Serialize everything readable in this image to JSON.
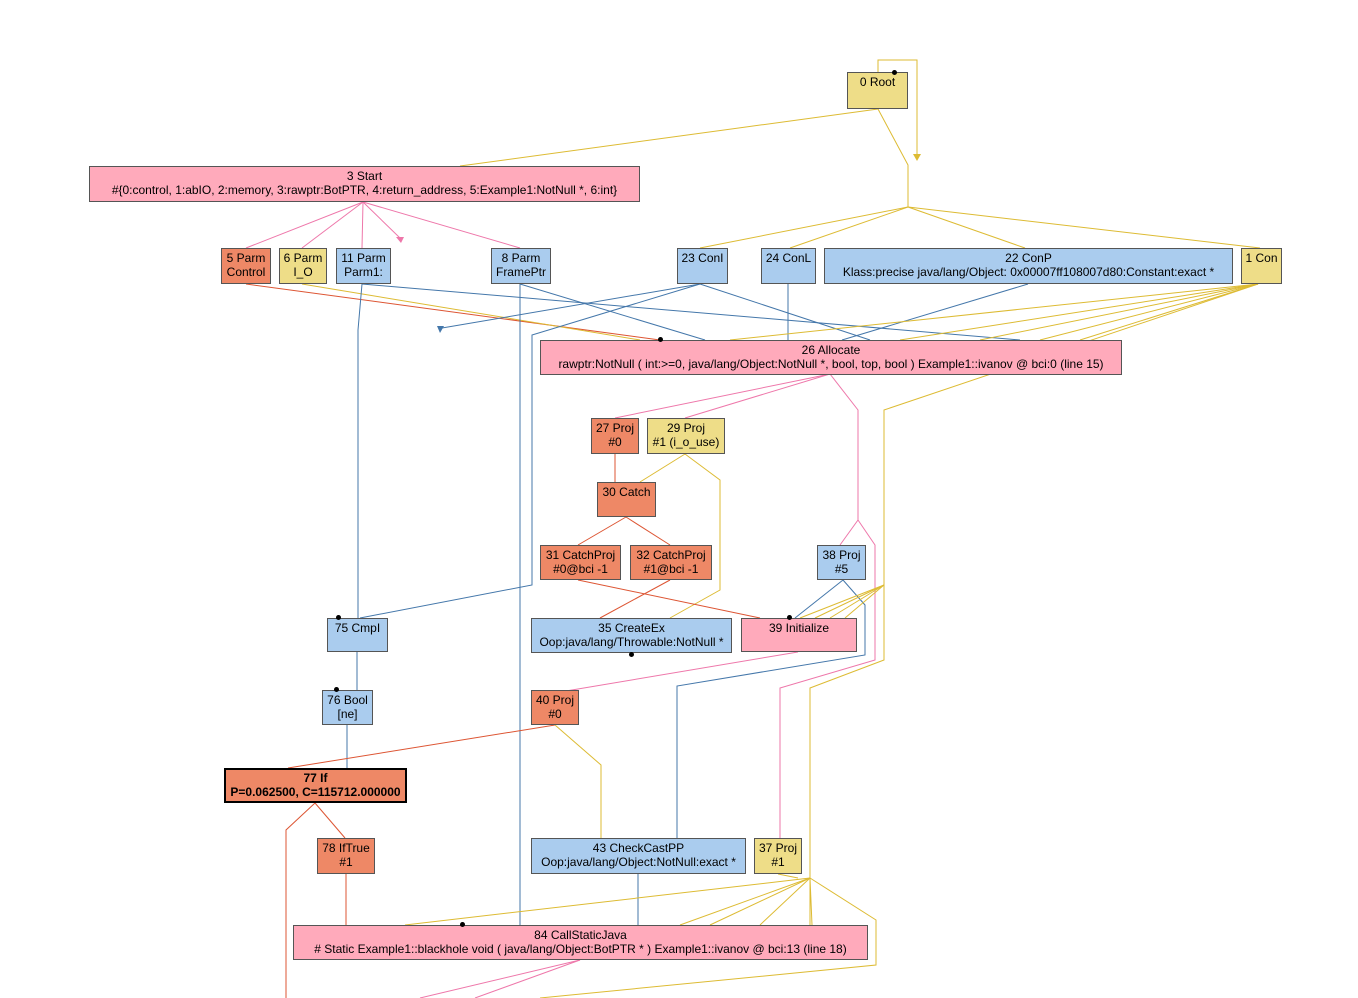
{
  "colors": {
    "control": "#ee8866",
    "memory": "#ffaabb",
    "io": "#eedd88",
    "data": "#aaccee",
    "edge_control": "#dd5533",
    "edge_memory": "#ee77aa",
    "edge_io": "#ddbb33",
    "edge_data": "#4477aa",
    "edge_purple": "#aa88dd"
  },
  "nodes": [
    {
      "id": "n0",
      "line1": "0 Root",
      "line2": "",
      "type": "io"
    },
    {
      "id": "n3",
      "line1": "3 Start",
      "line2": "#{0:control, 1:abIO, 2:memory, 3:rawptr:BotPTR, 4:return_address, 5:Example1:NotNull *, 6:int}",
      "type": "memory"
    },
    {
      "id": "n5",
      "line1": "5 Parm",
      "line2": "Control",
      "type": "control"
    },
    {
      "id": "n6",
      "line1": "6 Parm",
      "line2": "I_O",
      "type": "io"
    },
    {
      "id": "n11",
      "line1": "11 Parm",
      "line2": "Parm1:",
      "type": "data"
    },
    {
      "id": "n8",
      "line1": "8 Parm",
      "line2": "FramePtr",
      "type": "data"
    },
    {
      "id": "n23",
      "line1": "23 ConI",
      "line2": "",
      "type": "data"
    },
    {
      "id": "n24",
      "line1": "24 ConL",
      "line2": "",
      "type": "data"
    },
    {
      "id": "n22",
      "line1": "22 ConP",
      "line2": "Klass:precise java/lang/Object: 0x00007ff108007d80:Constant:exact *",
      "type": "data"
    },
    {
      "id": "n1",
      "line1": "1 Con",
      "line2": "",
      "type": "io"
    },
    {
      "id": "n26",
      "line1": "26 Allocate",
      "line2": "rawptr:NotNull ( int:>=0, java/lang/Object:NotNull *, bool, top, bool ) Example1::ivanov @ bci:0 (line 15)",
      "type": "memory"
    },
    {
      "id": "n27",
      "line1": "27 Proj",
      "line2": "#0",
      "type": "control"
    },
    {
      "id": "n29",
      "line1": "29 Proj",
      "line2": "#1 (i_o_use)",
      "type": "io"
    },
    {
      "id": "n30",
      "line1": "30 Catch",
      "line2": "",
      "type": "control"
    },
    {
      "id": "n31",
      "line1": "31 CatchProj",
      "line2": "#0@bci -1",
      "type": "control"
    },
    {
      "id": "n32",
      "line1": "32 CatchProj",
      "line2": "#1@bci -1",
      "type": "control"
    },
    {
      "id": "n38",
      "line1": "38 Proj",
      "line2": "#5",
      "type": "data"
    },
    {
      "id": "n75",
      "line1": "75 CmpI",
      "line2": "",
      "type": "data"
    },
    {
      "id": "n35",
      "line1": "35 CreateEx",
      "line2": "Oop:java/lang/Throwable:NotNull *",
      "type": "data"
    },
    {
      "id": "n39",
      "line1": "39 Initialize",
      "line2": "",
      "type": "memory"
    },
    {
      "id": "n76",
      "line1": "76 Bool",
      "line2": "[ne]",
      "type": "data"
    },
    {
      "id": "n40",
      "line1": "40 Proj",
      "line2": "#0",
      "type": "control"
    },
    {
      "id": "n77",
      "line1": "77 If",
      "line2": "P=0.062500, C=115712.000000",
      "type": "control"
    },
    {
      "id": "n78",
      "line1": "78 IfTrue",
      "line2": "#1",
      "type": "control"
    },
    {
      "id": "n43",
      "line1": "43 CheckCastPP",
      "line2": "Oop:java/lang/Object:NotNull:exact *",
      "type": "data"
    },
    {
      "id": "n37",
      "line1": "37 Proj",
      "line2": "#1",
      "type": "io"
    },
    {
      "id": "n84",
      "line1": "84 CallStaticJava",
      "line2": "# Static  Example1::blackhole void ( java/lang/Object:BotPTR * ) Example1::ivanov @ bci:13 (line 18)",
      "type": "memory"
    }
  ]
}
